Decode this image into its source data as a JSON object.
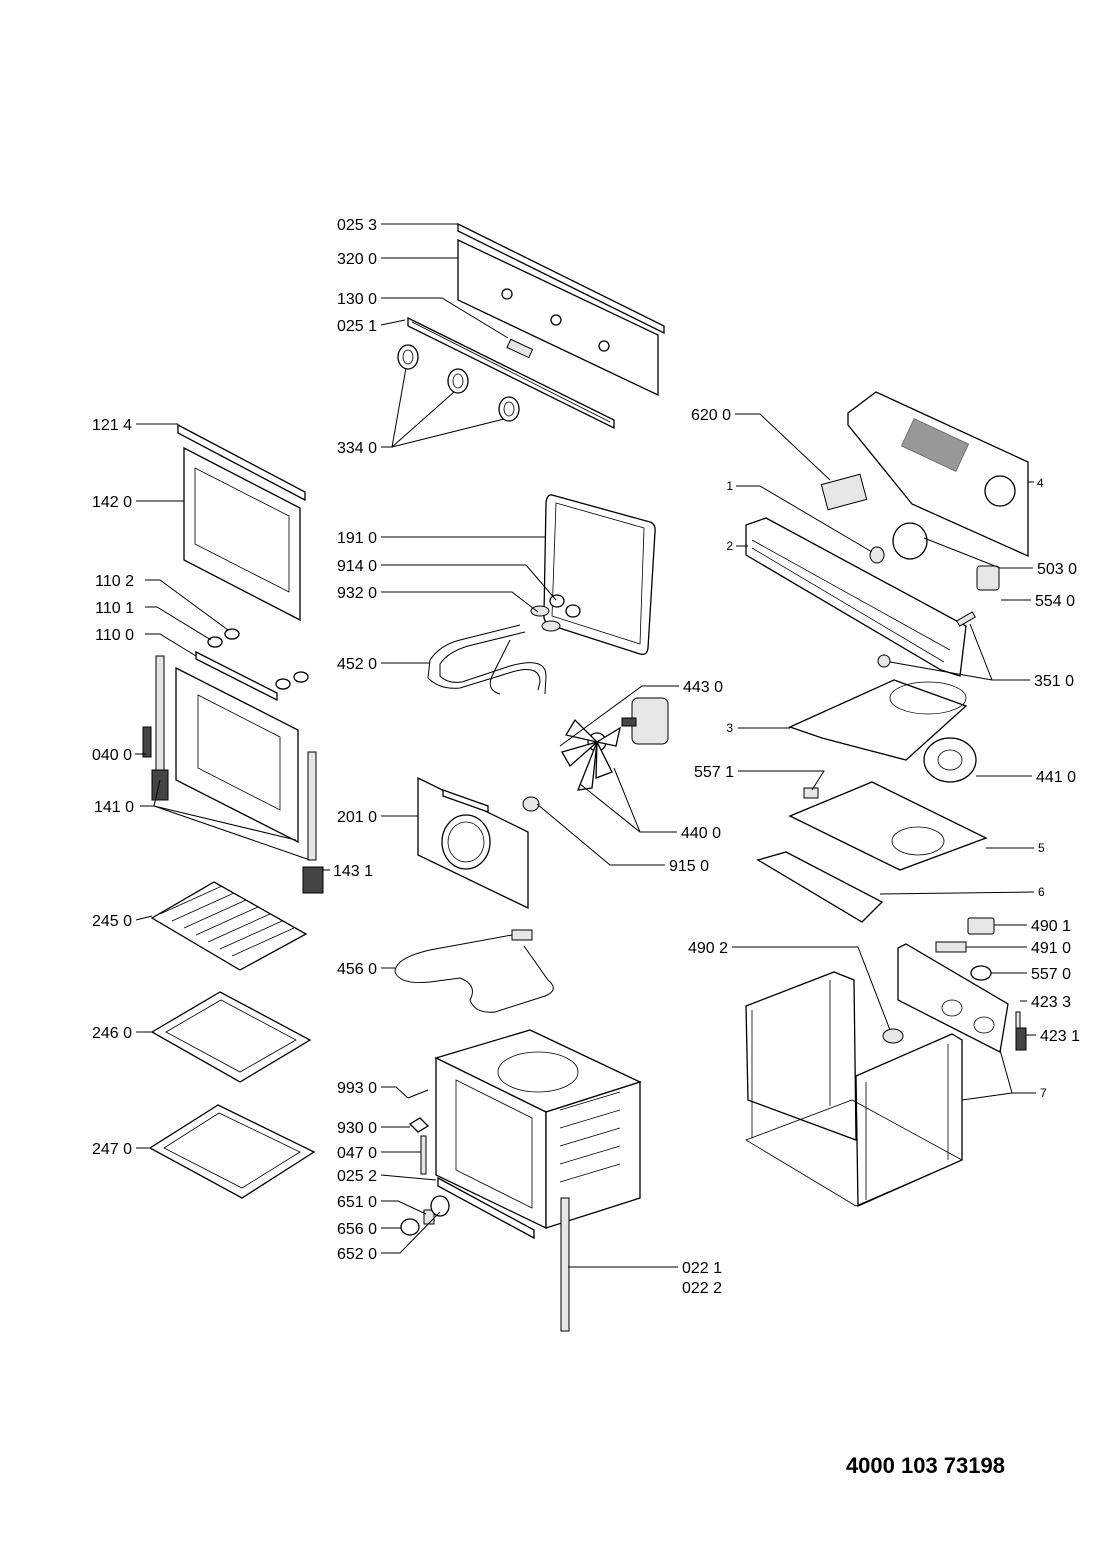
{
  "document_number": "4000 103 73198",
  "callouts": {
    "c0253": "025 3",
    "c3200": "320 0",
    "c1300": "130 0",
    "c0251": "025 1",
    "c3340": "334 0",
    "c1214": "121 4",
    "c1420": "142 0",
    "c1102": "110 2",
    "c1101": "110 1",
    "c1100": "110 0",
    "c0400": "040 0",
    "c1410": "141 0",
    "c1431": "143 1",
    "c2450": "245 0",
    "c2460": "246 0",
    "c2470": "247 0",
    "c1910": "191 0",
    "c9140": "914 0",
    "c9320": "932 0",
    "c4520": "452 0",
    "c2010": "201 0",
    "c4560": "456 0",
    "c9930": "993 0",
    "c9300": "930 0",
    "c0470": "047 0",
    "c0252": "025 2",
    "c6510": "651 0",
    "c6560": "656 0",
    "c6520": "652 0",
    "c4430": "443 0",
    "c5571": "557 1",
    "c4400": "440 0",
    "c9150": "915 0",
    "c0221": "022 1",
    "c0222": "022 2",
    "c6200": "620 0",
    "c1": "1",
    "c2": "2",
    "c3": "3",
    "c4": "4",
    "c5": "5",
    "c6": "6",
    "c7": "7",
    "c5030": "503 0",
    "c5540": "554 0",
    "c3510": "351 0",
    "c4410": "441 0",
    "c4901": "490 1",
    "c4910": "491 0",
    "c4902": "490 2",
    "c5570": "557 0",
    "c4233": "423 3",
    "c4231": "423 1"
  },
  "icons": {
    "knob": "control-knob-icon",
    "fan": "fan-blade-icon",
    "heating_element": "heating-element-icon",
    "door": "oven-door-icon",
    "rack": "wire-rack-icon",
    "tray": "baking-tray-icon"
  }
}
